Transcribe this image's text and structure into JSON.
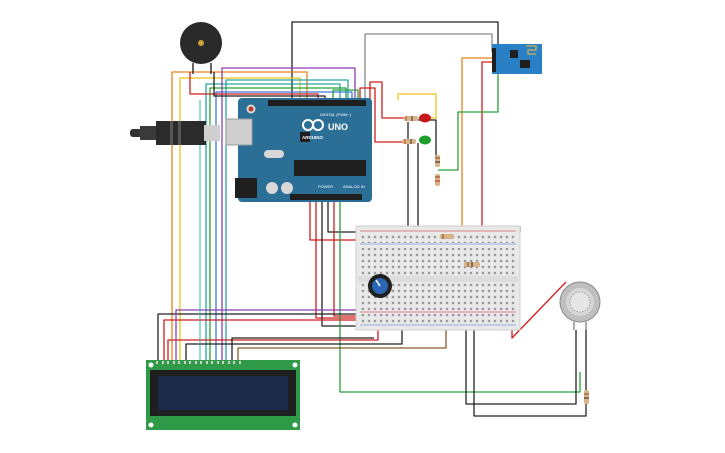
{
  "arduino": {
    "brand": "ARDUINO",
    "model": "UNO",
    "digital_label": "DIGITAL (PWM~)",
    "power_label": "POWER",
    "analog_label": "ANALOG IN",
    "board_color": "#2b6f97"
  },
  "components": {
    "buzzer": "buzzer-icon",
    "leds": [
      {
        "name": "red-led",
        "color": "#c8171a"
      },
      {
        "name": "green-led",
        "color": "#1e9e2c"
      }
    ],
    "wifi_module": {
      "name": "esp8266-module",
      "color": "#2a80c4"
    },
    "gas_sensor": "gas-sensor-icon",
    "potentiometer": "potentiometer-icon",
    "lcd": {
      "name": "lcd-16x2",
      "board_color": "#2f9a47",
      "screen_color": "#1c2a4a"
    }
  },
  "wire_colors": {
    "red": "#d01e1e",
    "black": "#222222",
    "green": "#27a13a",
    "yellow": "#f0c419",
    "orange": "#e8821e",
    "purple": "#8d3fb0",
    "teal": "#27a6a6",
    "blue": "#3d7bd6",
    "gray": "#8a8a8a",
    "brown": "#8b5a2b"
  }
}
